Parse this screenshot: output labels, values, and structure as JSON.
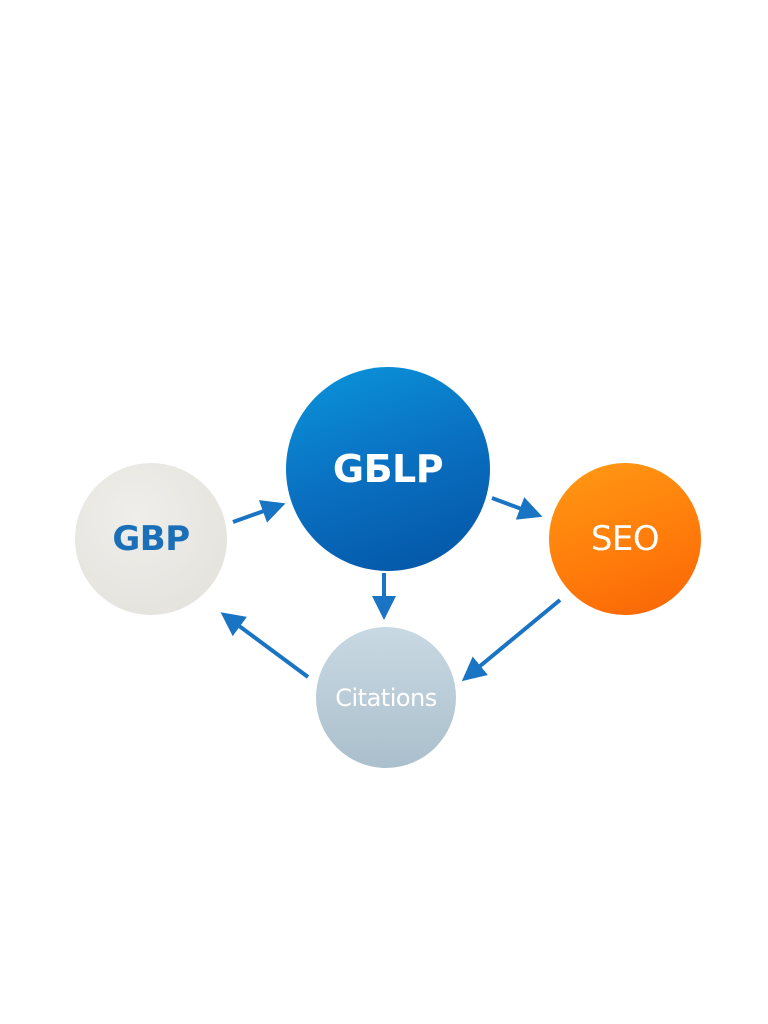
{
  "diagram": {
    "nodes": [
      {
        "id": "gbp",
        "label": "GBP"
      },
      {
        "id": "gblp",
        "label": "GБLP"
      },
      {
        "id": "seo",
        "label": "SEO"
      },
      {
        "id": "citations",
        "label": "Citations"
      }
    ],
    "edges": [
      {
        "from": "GBP",
        "to": "GБLP"
      },
      {
        "from": "GБLP",
        "to": "SEO"
      },
      {
        "from": "GБLP",
        "to": "Citations"
      },
      {
        "from": "SEO",
        "to": "Citations"
      },
      {
        "from": "Citations",
        "to": "GBP"
      }
    ],
    "colors": {
      "arrow": "#1a74c4",
      "gblp": "#0a6fc0",
      "seo": "#ff7a0a",
      "gbp": "#e8e6e0",
      "citations": "#b8cbd7"
    }
  }
}
